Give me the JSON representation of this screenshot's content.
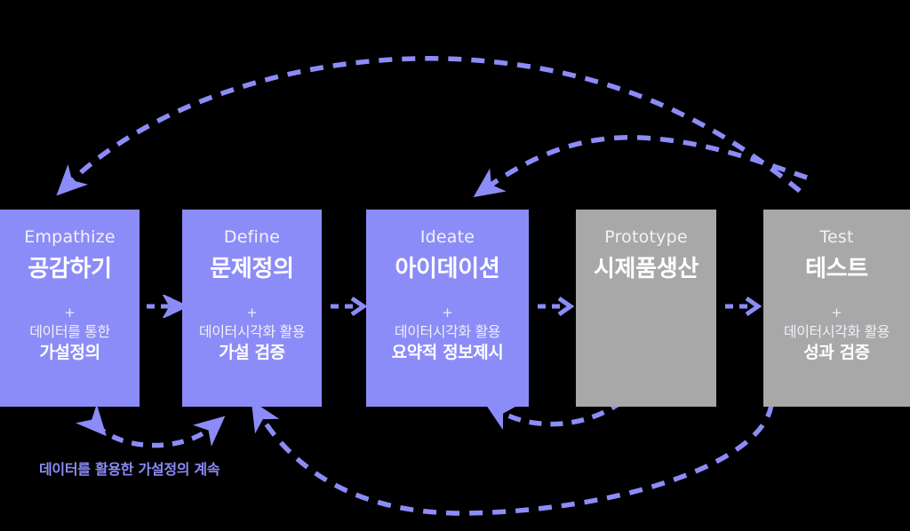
{
  "diagram": {
    "title_caption": "데이터를 활용한 가설정의 계속",
    "colors": {
      "background": "#000000",
      "active_stage": "#8c8cf8",
      "inactive_stage": "#a8a8a8",
      "arrow": "#8c8cf8",
      "text": "#ffffff"
    },
    "stages": [
      {
        "id": "empathize",
        "eng": "Empathize",
        "kor": "공감하기",
        "plus": "+",
        "sub": "데이터를 통한",
        "sub_bold": "가설정의",
        "state": "active"
      },
      {
        "id": "define",
        "eng": "Define",
        "kor": "문제정의",
        "plus": "+",
        "sub": "데이터시각화 활용",
        "sub_bold": "가설 검증",
        "state": "active"
      },
      {
        "id": "ideate",
        "eng": "Ideate",
        "kor": "아이데이션",
        "plus": "+",
        "sub": "데이터시각화 활용",
        "sub_bold": "요약적 정보제시",
        "state": "active"
      },
      {
        "id": "prototype",
        "eng": "Prototype",
        "kor": "시제품생산",
        "plus": "",
        "sub": "",
        "sub_bold": "",
        "state": "inactive"
      },
      {
        "id": "test",
        "eng": "Test",
        "kor": "테스트",
        "plus": "+",
        "sub": "데이터시각화 활용",
        "sub_bold": "성과 검증",
        "state": "inactive"
      }
    ],
    "connectors": [
      {
        "id": "empathize-to-define",
        "glyph": "arrow-right"
      },
      {
        "id": "define-to-ideate",
        "glyph": "arrow-right"
      },
      {
        "id": "ideate-to-prototype",
        "glyph": "arrow-right"
      },
      {
        "id": "prototype-to-test",
        "glyph": "arrow-right"
      }
    ],
    "feedback_arrows": [
      {
        "id": "test-to-empathize",
        "label": ""
      },
      {
        "id": "test-to-ideate",
        "label": ""
      },
      {
        "id": "prototype-to-ideate",
        "label": ""
      },
      {
        "id": "test-to-define",
        "label": ""
      },
      {
        "id": "empathize-define-loop",
        "label": "데이터를 활용한 가설정의 계속"
      }
    ]
  }
}
